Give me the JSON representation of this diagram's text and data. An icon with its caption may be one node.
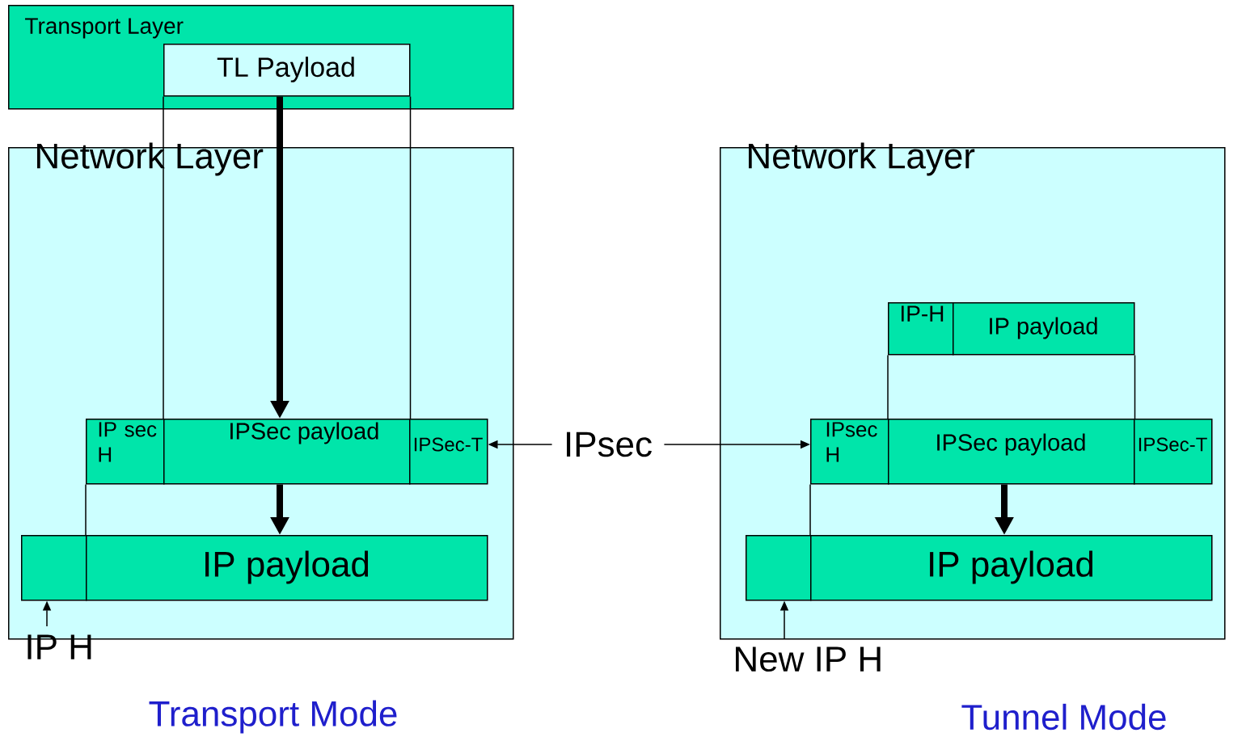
{
  "diagram": {
    "nodes": [
      {
        "text": [
          "Transport Layer"
        ]
      },
      {
        "text": [
          "TL Payload"
        ],
        "in": 0
      },
      {
        "text": [
          "Network Layer"
        ]
      },
      {
        "text": [
          "IP sec H"
        ],
        "in": 2
      },
      {
        "text": [
          "IPSec payload"
        ],
        "in": 2
      },
      {
        "text": [
          "IPSec-T"
        ],
        "in": 2
      },
      {
        "text": [],
        "shape": "box",
        "in": 2
      },
      {
        "text": [
          "IP payload"
        ],
        "in": 2
      },
      {
        "text": [
          "IP H"
        ]
      },
      {
        "text": [
          "IPsec"
        ]
      },
      {
        "text": [
          "Network Layer"
        ]
      },
      {
        "text": [
          "IP-H"
        ],
        "in": 10
      },
      {
        "text": [
          "IP payload"
        ],
        "in": 10
      },
      {
        "text": [
          "IPsec H"
        ],
        "in": 10
      },
      {
        "text": [
          "IPSec payload"
        ],
        "in": 10
      },
      {
        "text": [
          "IPSec-T"
        ],
        "in": 10
      },
      {
        "text": [],
        "shape": "box",
        "in": 10
      },
      {
        "text": [
          "IP payload"
        ],
        "in": 10
      },
      {
        "text": [
          "New IP H"
        ]
      }
    ],
    "edges": [
      {
        "from": 1,
        "to": 4,
        "arrow": "to",
        "style": "thick"
      },
      {
        "from": 1,
        "to": 4,
        "arrow": "none"
      },
      {
        "from": 1,
        "to": 4,
        "arrow": "none"
      },
      {
        "from": 4,
        "to": 7,
        "arrow": "to",
        "style": "thick"
      },
      {
        "from": 3,
        "to": 7,
        "arrow": "none"
      },
      {
        "from": 8,
        "to": 6,
        "arrow": "to"
      },
      {
        "from": 9,
        "to": 5,
        "arrow": "to"
      },
      {
        "from": 9,
        "to": 13,
        "arrow": "to"
      },
      {
        "from": 11,
        "to": 14,
        "arrow": "none"
      },
      {
        "from": 12,
        "to": 14,
        "arrow": "none"
      },
      {
        "from": 13,
        "to": 17,
        "arrow": "none"
      },
      {
        "from": 14,
        "to": 17,
        "arrow": "to",
        "style": "thick"
      },
      {
        "from": 18,
        "to": 16,
        "arrow": "to"
      }
    ],
    "labels": [
      "Transport Mode",
      "Tunnel Mode"
    ]
  }
}
